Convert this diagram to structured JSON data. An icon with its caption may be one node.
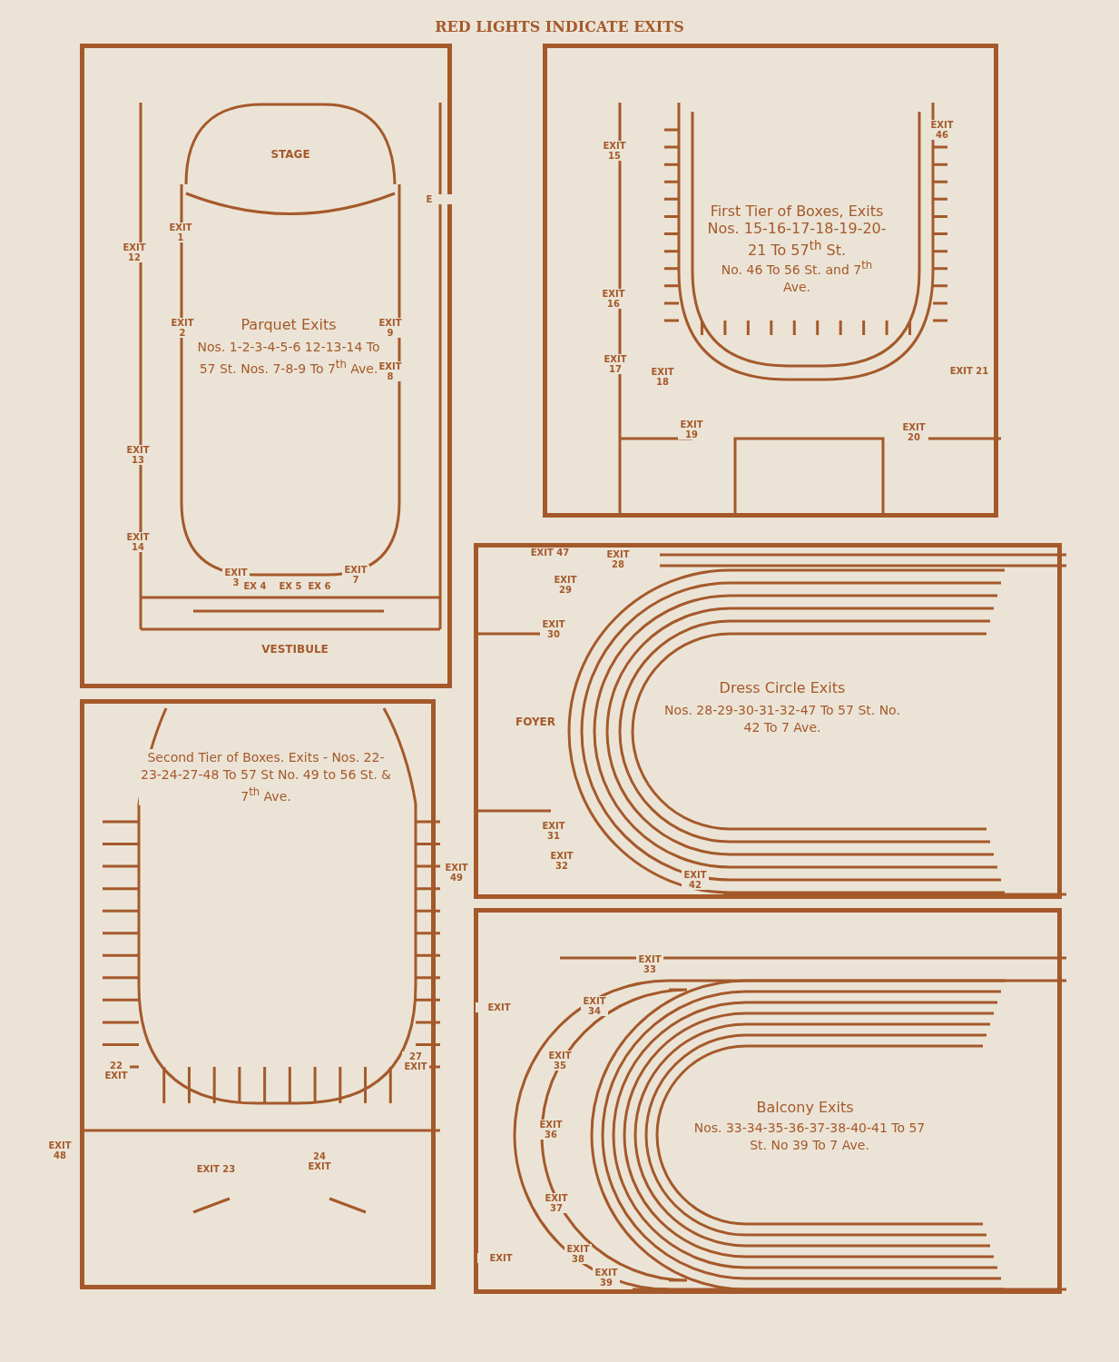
{
  "diagram": {
    "title": "RED LIGHTS INDICATE EXITS",
    "nodes": [
      {
        "text": [
          "Parquet Exits",
          "Nos. 1-2-3-4-5-6 12-13-14 To 57 St. Nos. 7-8-9 To 7$^{th}$ Ave."
        ]
      },
      {
        "text": [
          "First Tier of Boxes, Exits Nos. 15-16-17-18-19-20-21 To 57$^{th}$ St.",
          "No. 46 To 56 St. and 7$^{th}$ Ave."
        ]
      },
      {
        "text": [
          "Second Tier of Boxes. Exits - Nos. 22-23-24-27-48 To 57 St No. 49 to 56 St. & 7$^{th}$ Ave."
        ]
      },
      {
        "text": [
          "Dress Circle Exits",
          "Nos. 28-29-30-31-32-47 To 57 St. No. 42 To 7 Ave."
        ]
      },
      {
        "text": [
          "Balcony Exits",
          "Nos. 33-34-35-36-37-38-40-41 To 57 St. No 39 To 7 Ave."
        ]
      },
      {
        "text": [
          "STAGE"
        ],
        "in": 0
      },
      {
        "text": [
          "VESTIBULE"
        ],
        "in": 0
      },
      {
        "text": [
          "FOYER"
        ],
        "in": 3
      }
    ],
    "labels": [
      "EXIT 1",
      "EXIT 12",
      "EXIT 2",
      "EXIT 9",
      "EXIT 8",
      "EXIT 13",
      "EXIT 14",
      "E",
      "EXIT 3",
      "EX 4",
      "EX 5",
      "EX 6",
      "EXIT 7",
      "EXIT 15",
      "EXIT 46",
      "EXIT 16",
      "EXIT 17",
      "EXIT 18",
      "EXIT 21",
      "EXIT 19",
      "EXIT 20",
      "EXIT 47",
      "EXIT 28",
      "EXIT 29",
      "EXIT 30",
      "EXIT 31",
      "EXIT 32",
      "EXIT 42",
      "EXIT 49",
      "22 EXIT",
      "27 EXIT",
      "EXIT 48",
      "EXIT 23",
      "24 EXIT",
      "EXIT 33",
      "EXIT",
      "EXIT 34",
      "EXIT 35",
      "EXIT 36",
      "EXIT 37",
      "EXIT 38",
      "EXIT",
      "EXIT 39"
    ]
  }
}
